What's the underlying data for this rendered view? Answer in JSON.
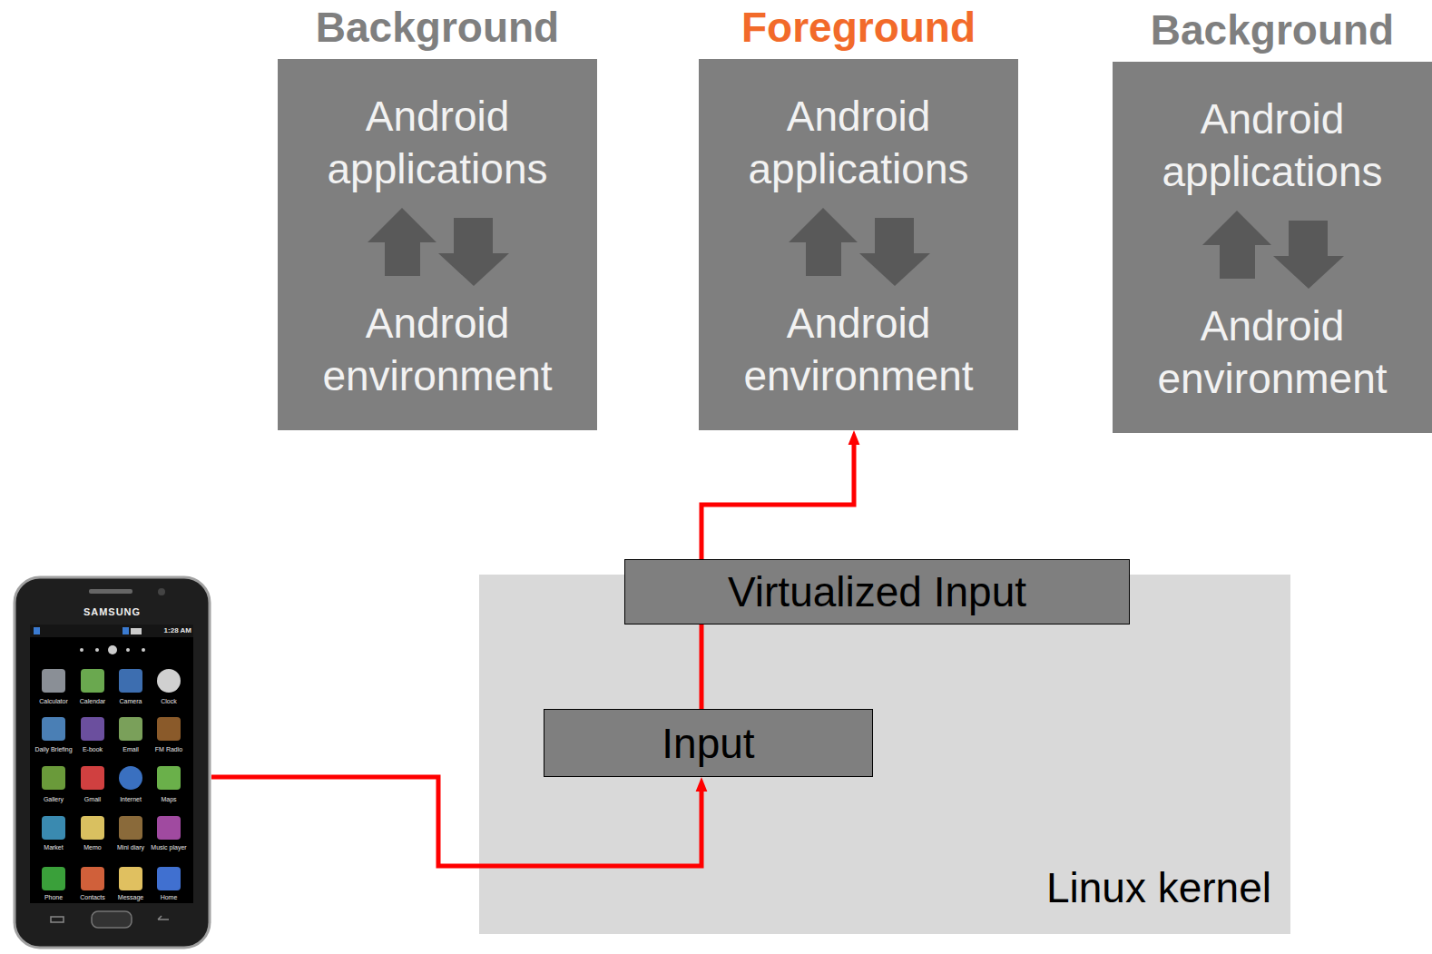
{
  "diagram": {
    "nodes": [
      {
        "text": [
          "Background",
          "Android applications",
          "Android environment"
        ]
      },
      {
        "text": [
          "Foreground",
          "Android applications",
          "Android environment"
        ]
      },
      {
        "text": [
          "Background",
          "Android applications",
          "Android environment"
        ]
      },
      {
        "text": [
          "SAMSUNG",
          "1:28 AM",
          "Calculator",
          "Calendar",
          "Camera",
          "Clock",
          "Daily Briefing",
          "E-book",
          "Email",
          "FM Radio",
          "Gallery",
          "Gmail",
          "Internet",
          "Maps",
          "Market",
          "Memo",
          "Mini diary",
          "Music player",
          "Phone",
          "Contacts",
          "Message",
          "Home"
        ]
      },
      {
        "text": [
          "Linux kernel"
        ]
      },
      {
        "text": [
          "Virtualized Input"
        ],
        "in": 4
      },
      {
        "text": [
          "Input"
        ],
        "in": 4
      }
    ],
    "edges": [
      {
        "from": 3,
        "to": 6,
        "arrow": "to"
      },
      {
        "from": 6,
        "to": 5,
        "arrow": "none"
      },
      {
        "from": 5,
        "to": 1,
        "arrow": "to"
      }
    ]
  }
}
